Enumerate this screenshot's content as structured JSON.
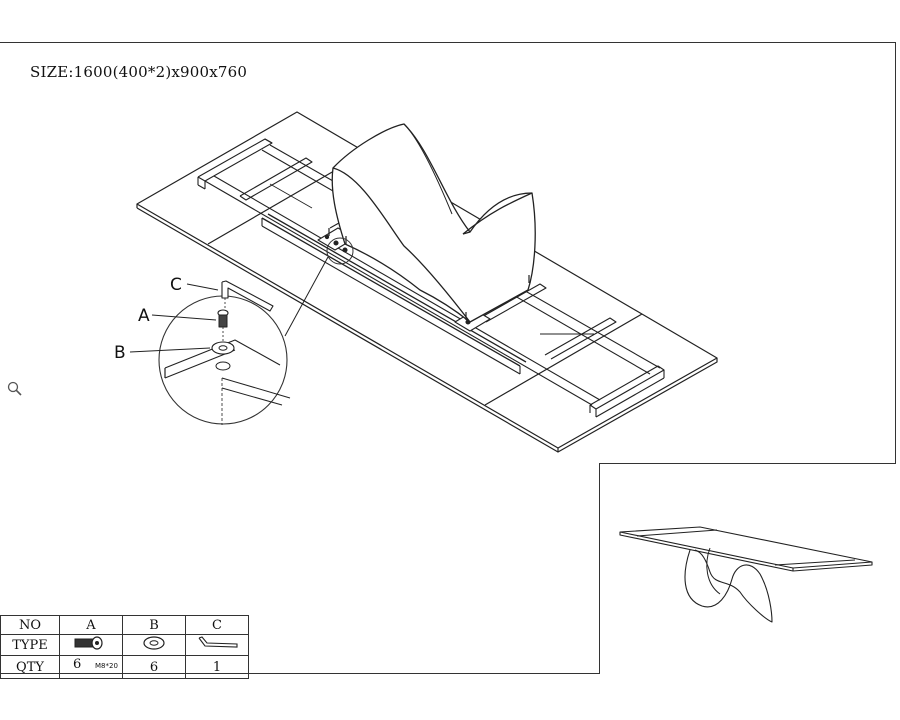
{
  "size_label": "SIZE:1600(400*2)x900x760",
  "callouts": {
    "a": "A",
    "b": "B",
    "c": "C"
  },
  "zoom_icon": "magnifier-icon",
  "parts_table": {
    "row_headers": [
      "NO",
      "TYPE",
      "QTY"
    ],
    "columns": [
      {
        "no": "A",
        "type_icon": "bolt-icon",
        "qty": "6",
        "note": "M8*20"
      },
      {
        "no": "B",
        "type_icon": "washer-icon",
        "qty": "6",
        "note": ""
      },
      {
        "no": "C",
        "type_icon": "allen-key-icon",
        "qty": "1",
        "note": ""
      }
    ]
  }
}
